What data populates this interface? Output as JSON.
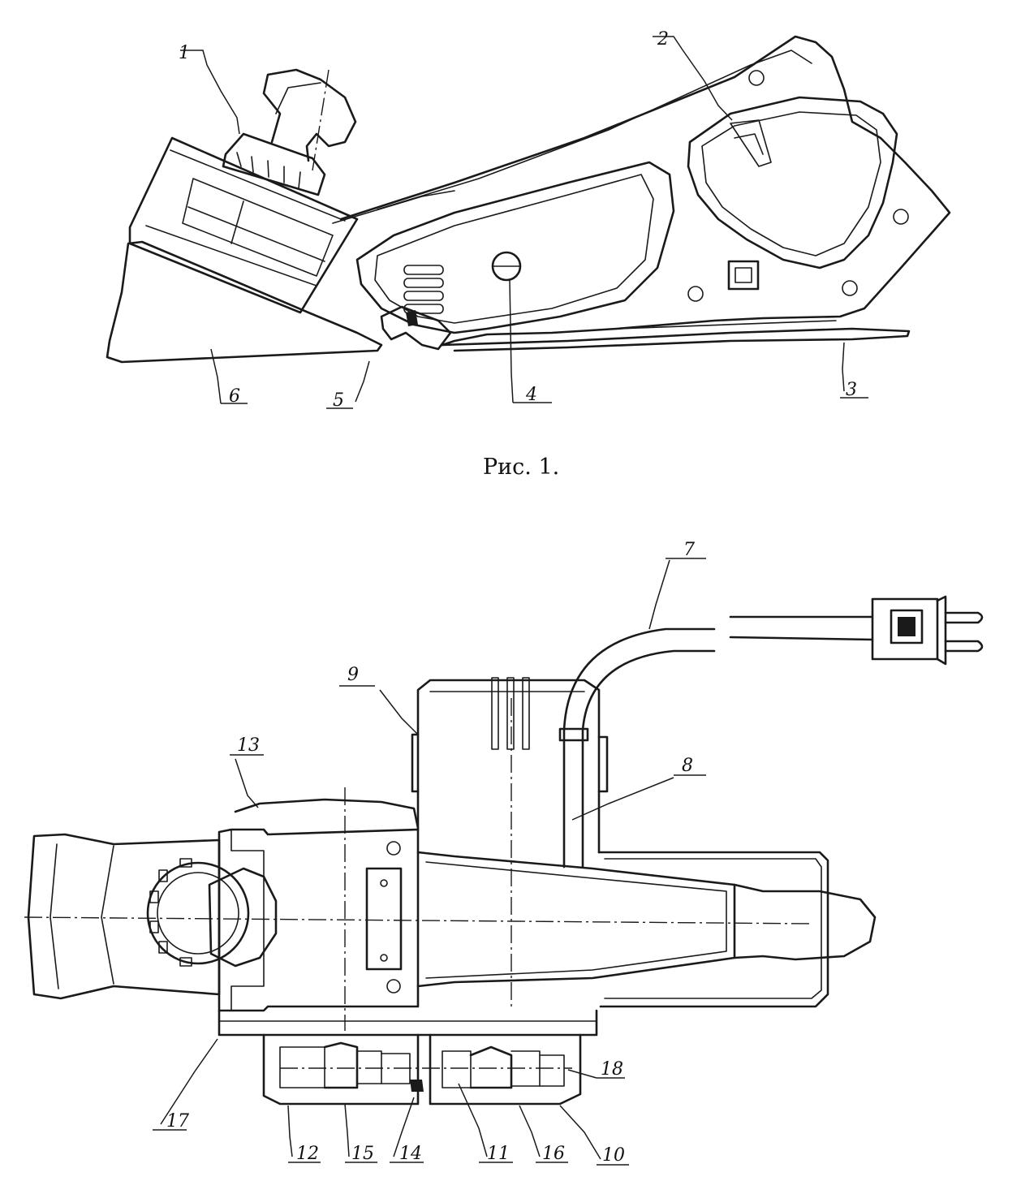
{
  "figure1": {
    "caption": "Рис. 1.",
    "callouts": [
      "1",
      "2",
      "6",
      "5",
      "4",
      "3"
    ]
  },
  "figure2": {
    "callouts": [
      "7",
      "9",
      "13",
      "8",
      "17",
      "12",
      "15",
      "14",
      "11",
      "16",
      "10",
      "18"
    ]
  },
  "colors": {
    "ink": "#1a1a1a",
    "paper": "#ffffff"
  }
}
